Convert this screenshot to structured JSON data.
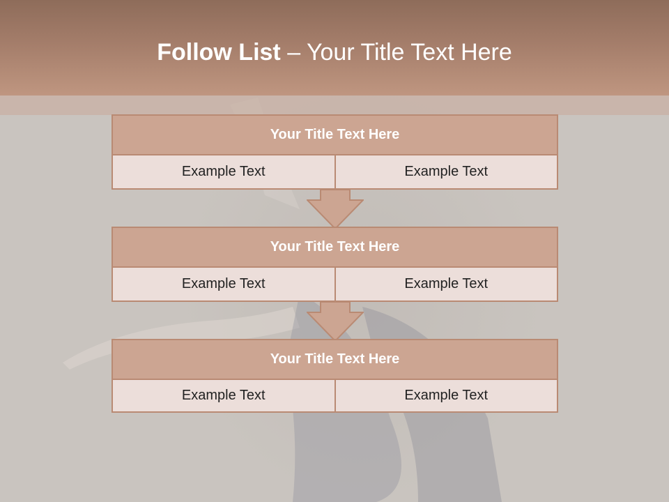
{
  "slide": {
    "title_bold": "Follow List",
    "title_rest": " – Your Title Text Here"
  },
  "blocks": [
    {
      "title": "Your Title Text Here",
      "left": "Example Text",
      "right": "Example Text"
    },
    {
      "title": "Your Title Text Here",
      "left": "Example Text",
      "right": "Example Text"
    },
    {
      "title": "Your Title Text Here",
      "left": "Example Text",
      "right": "Example Text"
    }
  ],
  "colors": {
    "header": "#a47d6a",
    "block_title": "#cca592",
    "block_cell": "#ecdeda",
    "border": "#b98a73"
  },
  "icons": [
    "down-arrow-icon"
  ]
}
